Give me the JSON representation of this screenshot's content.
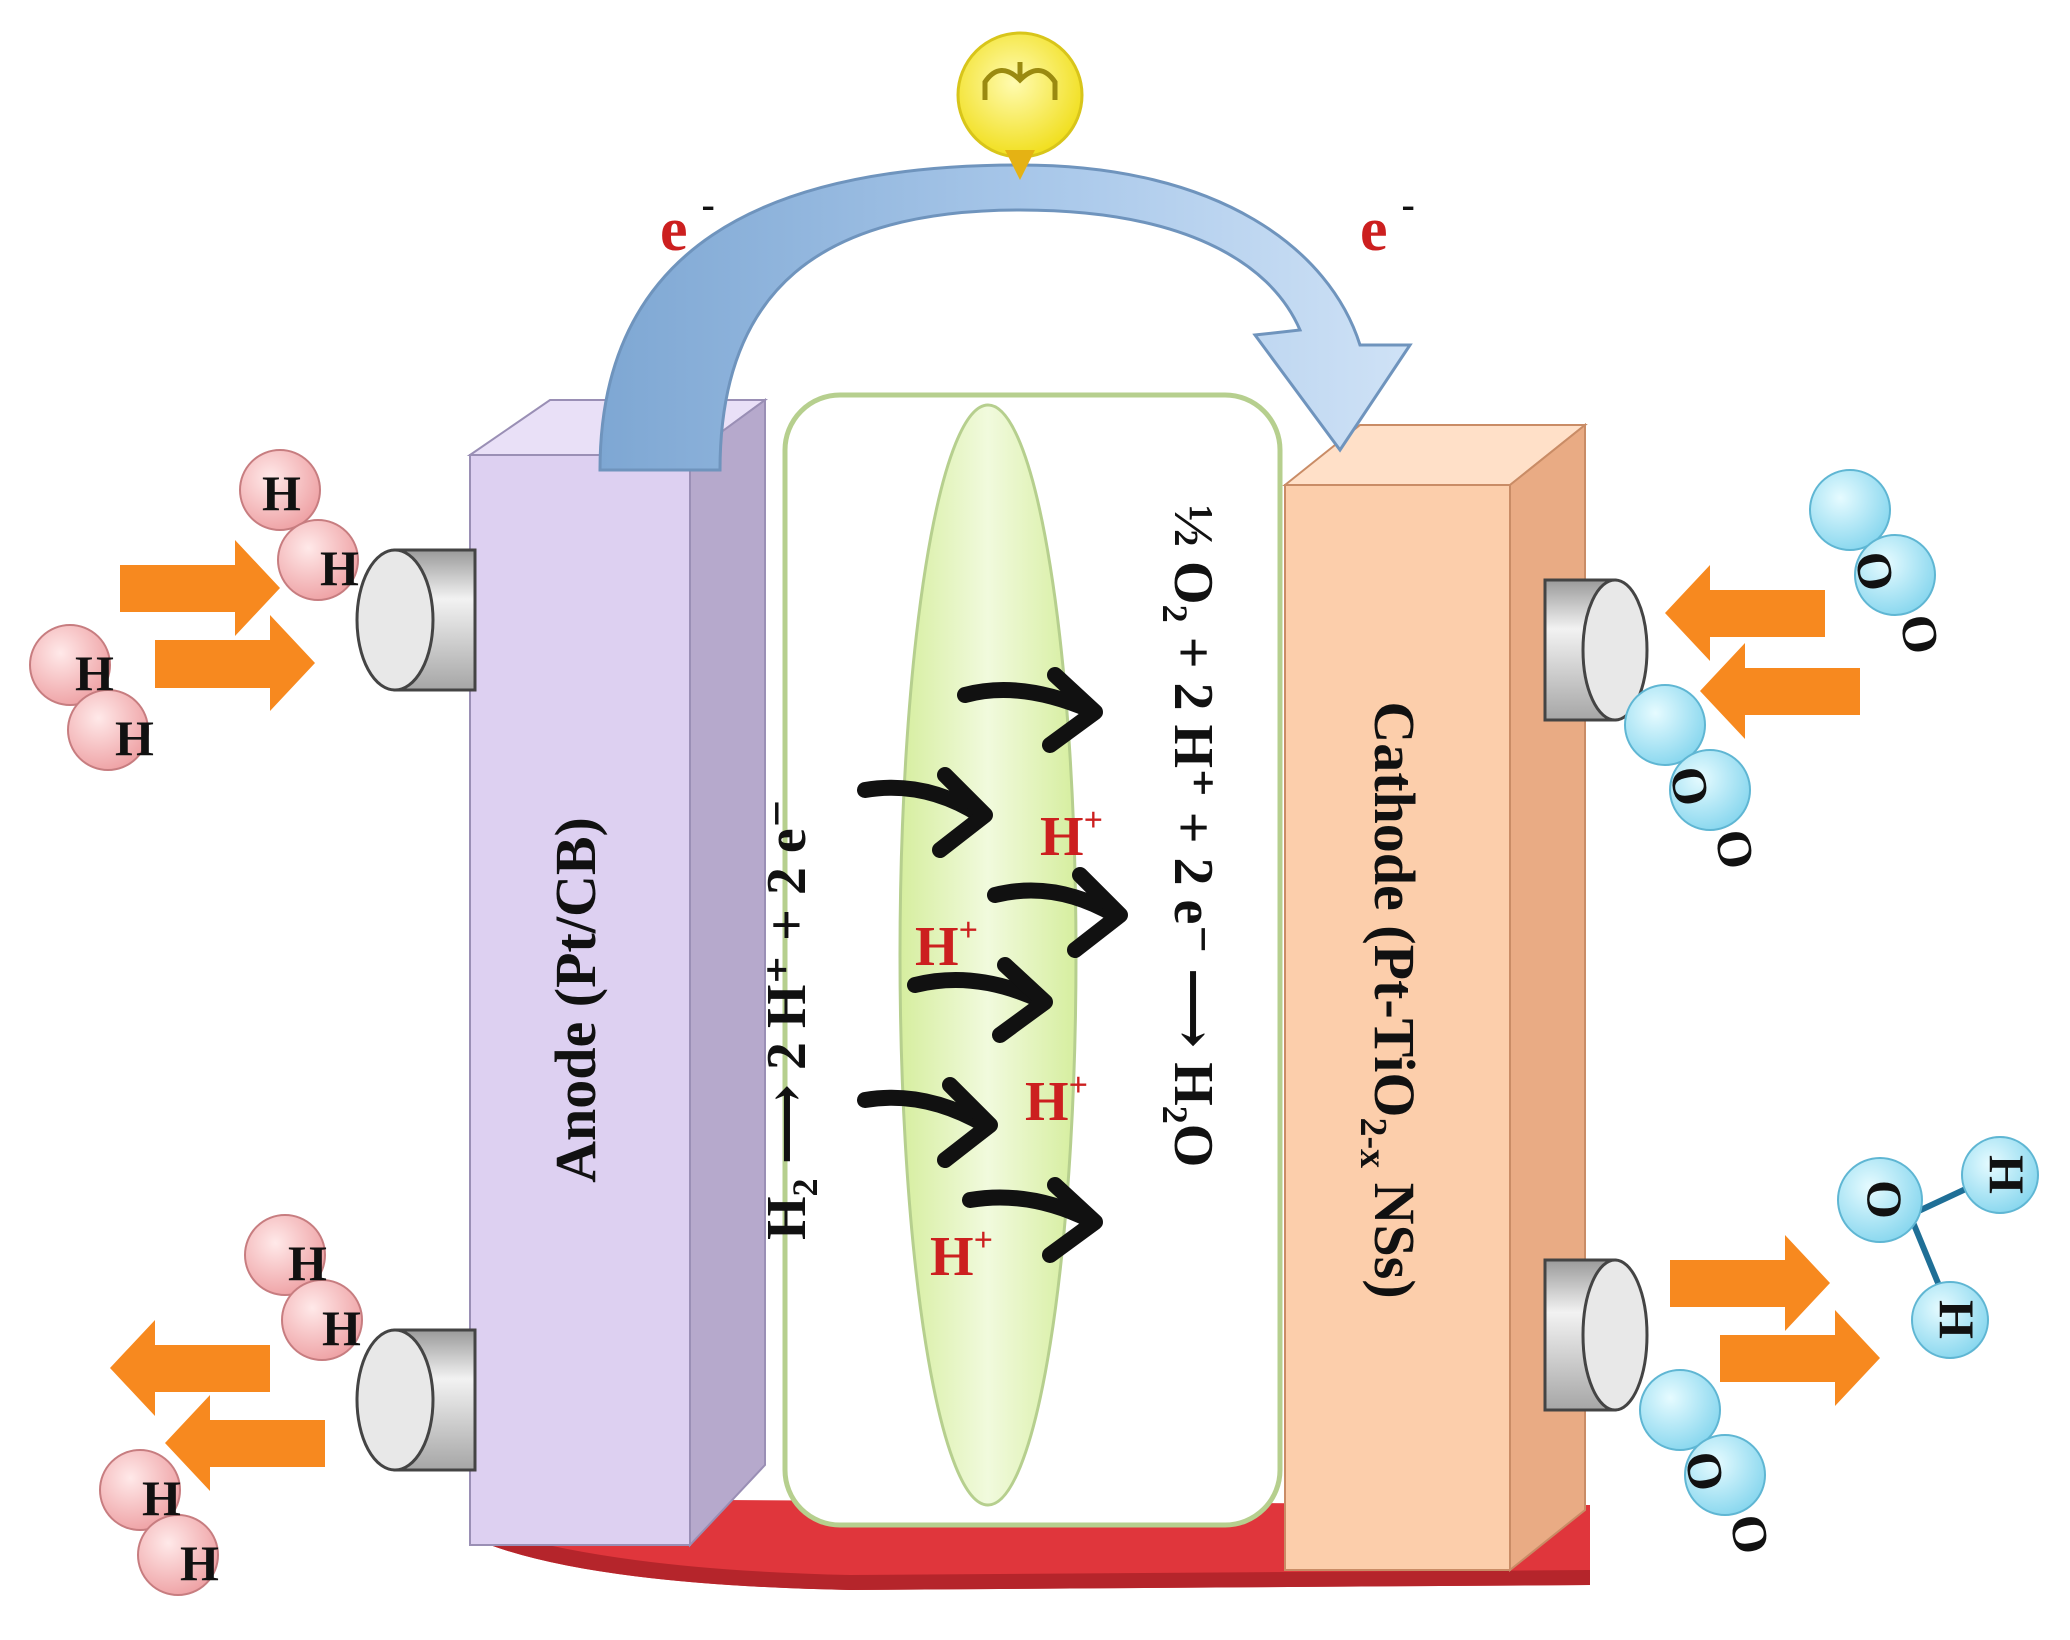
{
  "labels": {
    "anode": "Anode (Pt/CB)",
    "cathode": "Cathode (Pt-TiO",
    "cathode_sub": "2-x",
    "cathode_tail": " NSs)",
    "electron_left": "e",
    "electron_right": "e",
    "electron_charge": "-",
    "anode_reaction_h": "H",
    "anode_reaction_sub": "2",
    "anode_reaction_rest": " ⟶ 2 H⁺ + 2 e⁻",
    "cathode_reaction_top": "½ O",
    "cathode_reaction_top_sub": "2",
    "cathode_reaction_top_rest": " + 2 H⁺ + 2 e⁻ ⟶ H",
    "cathode_reaction_water_sub": "2",
    "cathode_reaction_water_tail": "O",
    "proton": "H",
    "proton_charge": "+"
  },
  "atoms": {
    "hydrogen": "H",
    "oxygen": "O"
  },
  "colors": {
    "anode_front": "#ddd0f1",
    "anode_side": "#b6a9cc",
    "cathode_front": "#fcceab",
    "cathode_side": "#e9ab84",
    "membrane": "#e3f4c2",
    "membrane_border": "#b6cf8e",
    "base": "#e0363c",
    "arrow_orange": "#f7891f",
    "electron_arrow": "#8fb8e0",
    "bulb": "#f6e733",
    "hydrogen_atom": "#f6b8b8",
    "oxygen_atom": "#a9e4f4",
    "red_text": "#cc1f1f"
  },
  "icons": {
    "bulb": "light-bulb-icon",
    "hydrogen_molecule": "h2-molecule-icon",
    "oxygen_molecule": "o2-molecule-icon",
    "water_molecule": "water-molecule-icon",
    "proton_arrow": "curved-arrow-icon",
    "flow_arrow": "orange-flow-arrow-icon"
  }
}
